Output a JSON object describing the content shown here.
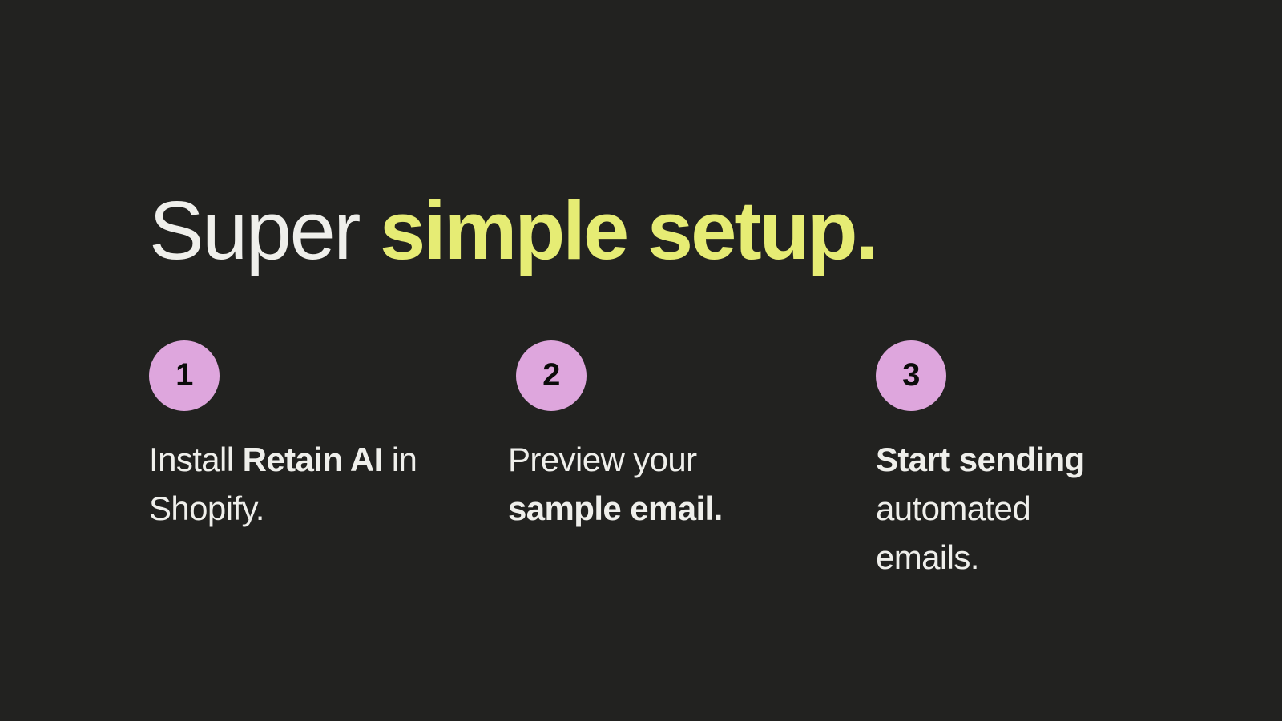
{
  "colors": {
    "background": "#222220",
    "text_light": "#EFEFEB",
    "accent_yellow": "#E6EC74",
    "badge_pink": "#DEA6DD",
    "badge_number": "#0B0B0A"
  },
  "headline": {
    "plain": "Super",
    "accent": "simple setup."
  },
  "steps": [
    {
      "number": "1",
      "segments": [
        {
          "text": "Install",
          "weight": "normal"
        },
        {
          "text": "Retain AI",
          "weight": "bold"
        },
        {
          "text": "in Shopify.",
          "weight": "normal"
        }
      ]
    },
    {
      "number": "2",
      "segments": [
        {
          "text": "Preview your",
          "weight": "normal"
        },
        {
          "text": "sample email.",
          "weight": "bold"
        }
      ]
    },
    {
      "number": "3",
      "segments": [
        {
          "text": "Start sending",
          "weight": "bold"
        },
        {
          "text": "automated emails.",
          "weight": "normal"
        }
      ]
    }
  ]
}
